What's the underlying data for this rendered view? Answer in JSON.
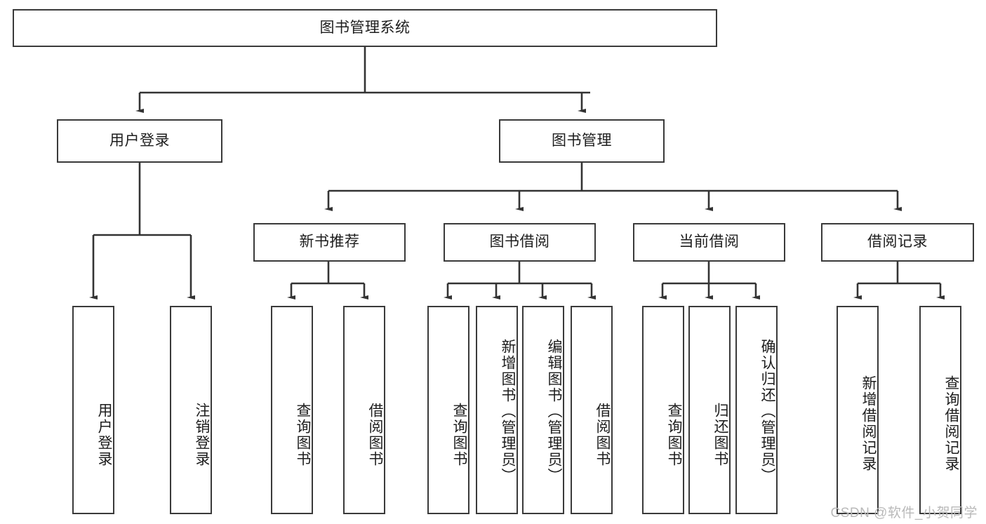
{
  "diagram": {
    "title": "图书管理系统",
    "type": "hierarchy-tree",
    "watermark": "CSDN @软件_小贺同学",
    "colors": {
      "box_border": "#3a3a3a",
      "box_fill": "#ffffff",
      "edge": "#333333",
      "text": "#1d1d1d",
      "watermark": "#b9b9b9",
      "background": "#ffffff"
    },
    "levels": {
      "root": {
        "label": "图书管理系统"
      },
      "level2": [
        {
          "label": "用户登录"
        },
        {
          "label": "图书管理"
        }
      ],
      "level3": [
        {
          "label": "新书推荐"
        },
        {
          "label": "图书借阅"
        },
        {
          "label": "当前借阅"
        },
        {
          "label": "借阅记录"
        }
      ],
      "leaves": [
        {
          "label": "用户登录",
          "parent": "用户登录"
        },
        {
          "label": "注销登录",
          "parent": "用户登录"
        },
        {
          "label": "查询图书",
          "parent": "新书推荐"
        },
        {
          "label": "借阅图书",
          "parent": "新书推荐"
        },
        {
          "label": "查询图书",
          "parent": "图书借阅"
        },
        {
          "label": "新增图书（管理员）",
          "parent": "图书借阅"
        },
        {
          "label": "编辑图书（管理员）",
          "parent": "图书借阅"
        },
        {
          "label": "借阅图书",
          "parent": "图书借阅"
        },
        {
          "label": "查询图书",
          "parent": "当前借阅"
        },
        {
          "label": "归还图书",
          "parent": "当前借阅"
        },
        {
          "label": "确认归还（管理员）",
          "parent": "当前借阅"
        },
        {
          "label": "新增借阅记录",
          "parent": "借阅记录"
        },
        {
          "label": "查询借阅记录",
          "parent": "借阅记录"
        }
      ]
    }
  }
}
